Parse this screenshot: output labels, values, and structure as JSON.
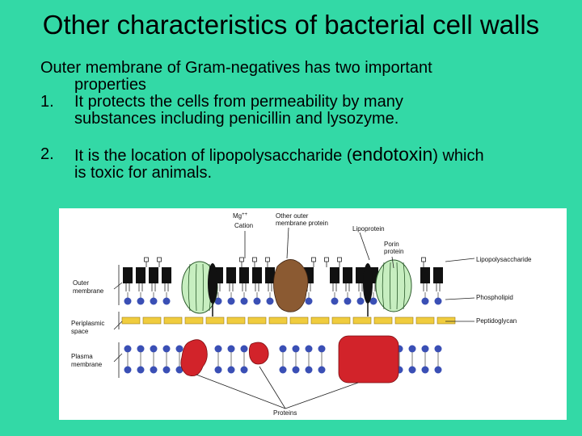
{
  "slide": {
    "title": "Other characteristics of bacterial cell walls",
    "intro_line1": "Outer membrane of Gram-negatives has two important",
    "intro_line2": "properties",
    "items": [
      {
        "number": "1.",
        "line1": "It protects the cells from permeability by many",
        "line2": "substances including penicillin and lysozyme."
      },
      {
        "number": "2.",
        "line1_before": "It is the location of lipopolysaccharide (",
        "highlight": "endotoxin",
        "line1_after": ") which",
        "line2": "is toxic for animals."
      }
    ]
  },
  "diagram": {
    "labels": {
      "mg_line1": "Mg",
      "mg_sup": "++",
      "mg_line2": "Cation",
      "other_outer_line1": "Other outer",
      "other_outer_line2": "membrane protein",
      "lipoprotein": "Lipoprotein",
      "porin_line1": "Porin",
      "porin_line2": "protein",
      "lps": "Lipopolysaccharide",
      "phospholipid": "Phospholipid",
      "peptidoglycan": "Peptidoglycan",
      "outer_line1": "Outer",
      "outer_line2": "membrane",
      "peri_line1": "Periplasmic",
      "peri_line2": "space",
      "plasma_line1": "Plasma",
      "plasma_line2": "membrane",
      "proteins": "Proteins"
    },
    "colors": {
      "porin": "#c7eec0",
      "brown_protein": "#8b5a32",
      "plasma_protein": "#d2232a",
      "peptidoglycan": "#f0cc3e",
      "phospholipid_head": "#3a4fb5",
      "lps_block": "#111111"
    }
  }
}
